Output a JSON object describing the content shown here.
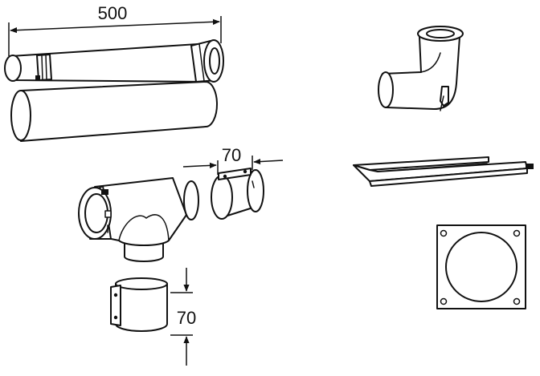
{
  "dimensions": {
    "pipe_length": "500",
    "cap_length": "70",
    "clamp_height": "70"
  }
}
